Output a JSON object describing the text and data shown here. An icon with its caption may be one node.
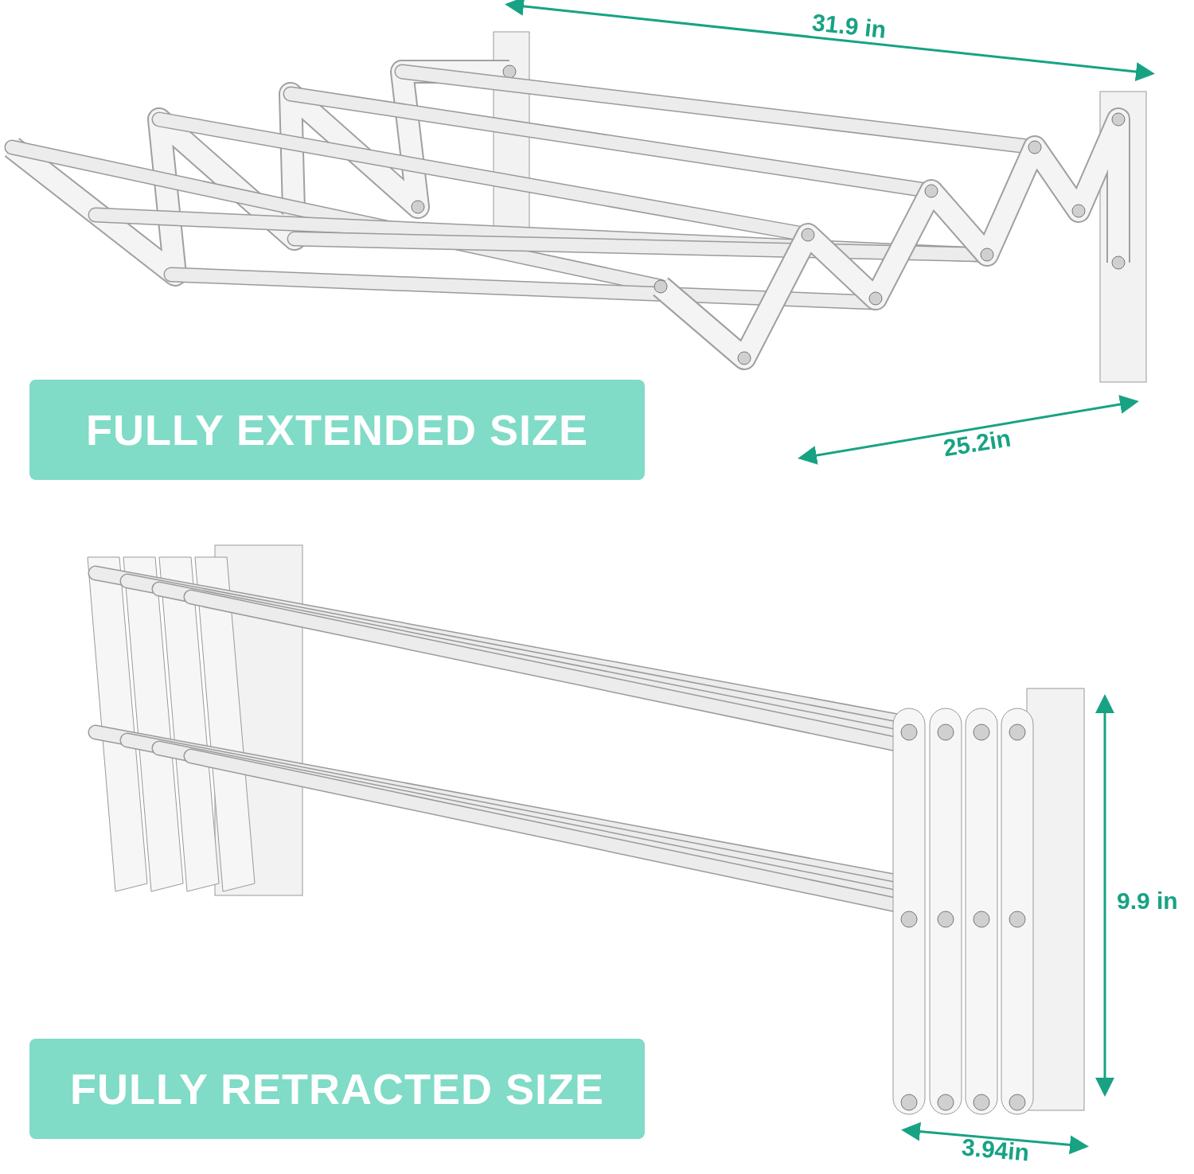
{
  "diagram": {
    "nodes": [
      {
        "text": [
          "FULLY EXTENDED SIZE"
        ]
      },
      {
        "text": [
          "FULLY RETRACTED SIZE"
        ]
      }
    ],
    "labels": [
      "31.9 in",
      "25.2in",
      "9.9 in",
      "3.94in"
    ]
  }
}
